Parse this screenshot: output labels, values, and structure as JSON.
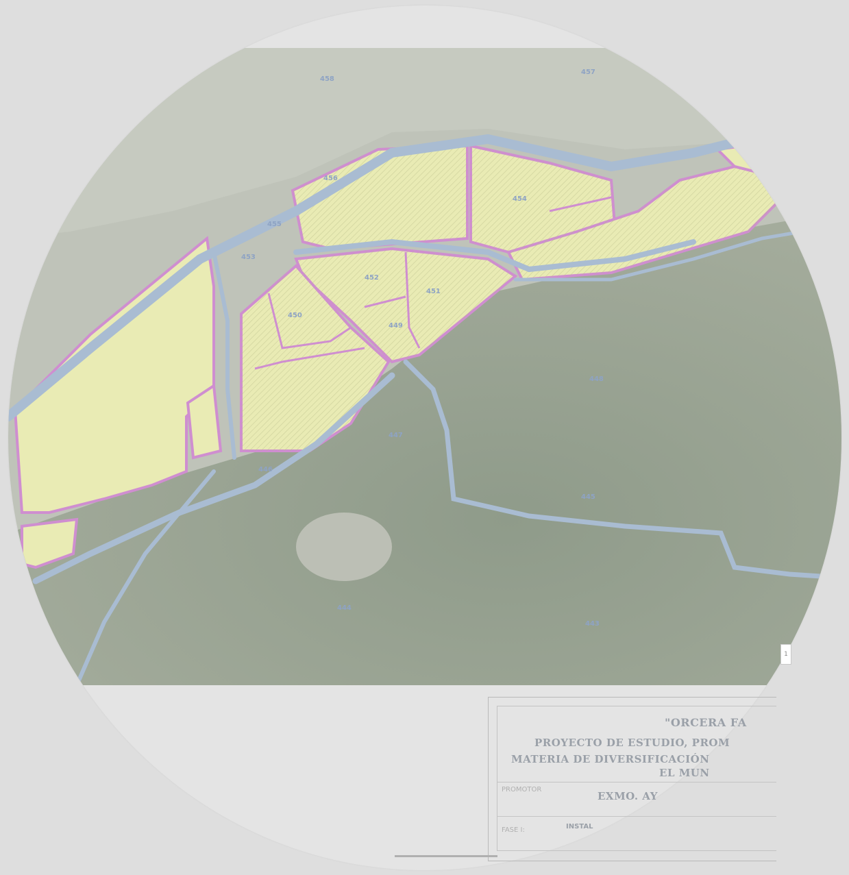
{
  "map": {
    "parcel_labels": [
      "458",
      "457",
      "456",
      "455",
      "454",
      "453",
      "452",
      "451",
      "450",
      "449",
      "448",
      "447",
      "446",
      "445",
      "444",
      "443"
    ],
    "colors": {
      "parcel_fill": "#e9ebb4",
      "parcel_border": "#cf8ed0",
      "river": "#a9bcd2",
      "forest": "#9aa592",
      "scrub": "#c3c7be"
    }
  },
  "title_block": {
    "project_name": "\"ORCERA FA",
    "line1": "PROYECTO DE ESTUDIO, PROM",
    "line2": "MATERIA DE DIVERSIFICACIÓN",
    "line3": "EL MUN",
    "promoter_label": "PROMOTOR",
    "promoter": "EXMO. AY",
    "phase_label": "FASE I:",
    "phase_value": "INSTAL"
  },
  "scale_badge": "1"
}
